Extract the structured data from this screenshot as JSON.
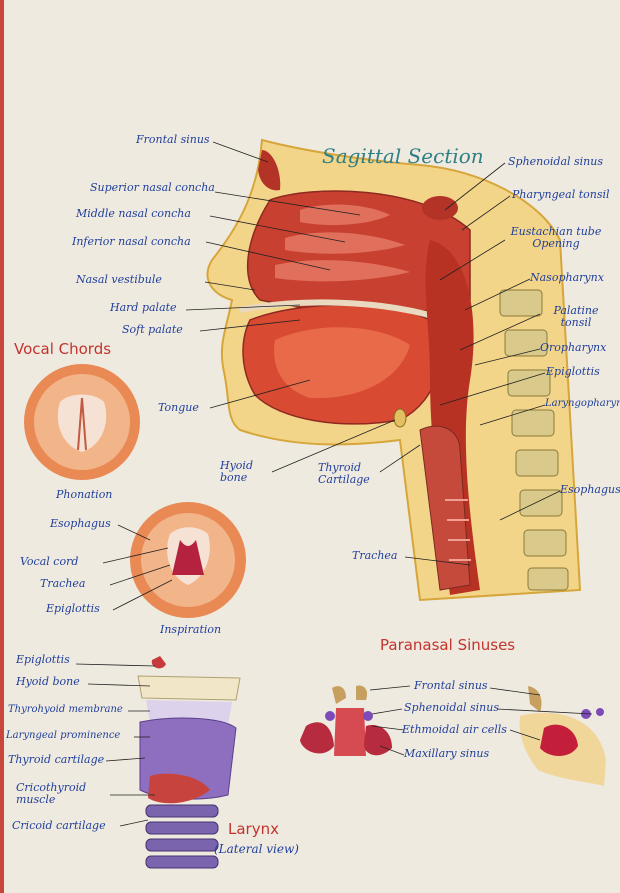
{
  "titles": {
    "sagittal": "Sagittal Section",
    "vocal": "Vocal Chords",
    "paranasal": "Paranasal Sinuses",
    "larynx": "Larynx",
    "larynx_sub": "(Lateral view)"
  },
  "sagittal_labels": {
    "frontal_sinus": "Frontal sinus",
    "superior_concha": "Superior nasal concha",
    "middle_concha": "Middle nasal concha",
    "inferior_concha": "Inferior nasal concha",
    "nasal_vestibule": "Nasal vestibule",
    "hard_palate": "Hard palate",
    "soft_palate": "Soft palate",
    "tongue": "Tongue",
    "hyoid_bone": "Hyoid bone",
    "thyroid_cartilage": "Thyroid Cartilage",
    "trachea": "Trachea",
    "sphenoidal_sinus": "Sphenoidal sinus",
    "pharyngeal_tonsil": "Pharyngeal tonsil",
    "eustachian_tube": "Eustachian tube Opening",
    "nasopharynx": "Nasopharynx",
    "palatine_tonsil": "Palatine tonsil",
    "oropharynx": "Oropharynx",
    "epiglottis": "Epiglottis",
    "laryngopharynx": "Laryngopharynx",
    "esophagus": "Esophagus"
  },
  "vocal_labels": {
    "phonation": "Phonation",
    "inspiration": "Inspiration",
    "esophagus": "Esophagus",
    "vocal_cord": "Vocal cord",
    "trachea": "Trachea",
    "epiglottis": "Epiglottis"
  },
  "larynx_labels": {
    "epiglottis": "Epiglottis",
    "hyoid_bone": "Hyoid bone",
    "thyrohyoid_membrane": "Thyrohyoid membrane",
    "laryngeal_prominence": "Laryngeal prominence",
    "thyroid_cartilage": "Thyroid cartilage",
    "cricothyroid_muscle": "Cricothyroid muscle",
    "cricoid_cartilage": "Cricoid cartilage"
  },
  "paranasal_labels": {
    "frontal_sinus": "Frontal sinus",
    "sphenoidal_sinus": "Sphenoidal sinus",
    "ethmoidal_air_cells": "Ethmoidal air cells",
    "maxillary_sinus": "Maxillary sinus"
  },
  "colors": {
    "ink_blue": "#1f3f9a",
    "title_teal": "#2f7f86",
    "title_red": "#c3332d",
    "paper": "#efeae0"
  }
}
